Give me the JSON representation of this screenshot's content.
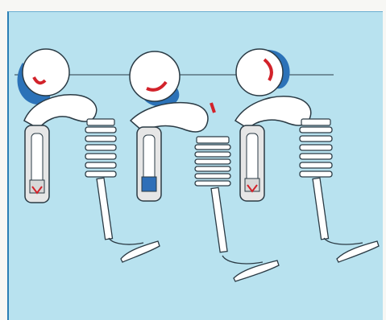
{
  "header": {
    "caption": ""
  },
  "diagram": {
    "stages": [
      {
        "name": "cam-stage-1",
        "follower_color": "#d8d8d8"
      },
      {
        "name": "cam-stage-2",
        "follower_color": "#2f6fb8"
      },
      {
        "name": "cam-stage-3",
        "follower_color": "#d8d8d8"
      }
    ],
    "colors": {
      "background": "#b8e2ef",
      "frame_border": "#2a7fb5",
      "cam_lobe": "#2b72b8",
      "cam_marker": "#d2222a",
      "metal": "#ffffff",
      "outline": "#2a3a44"
    }
  }
}
